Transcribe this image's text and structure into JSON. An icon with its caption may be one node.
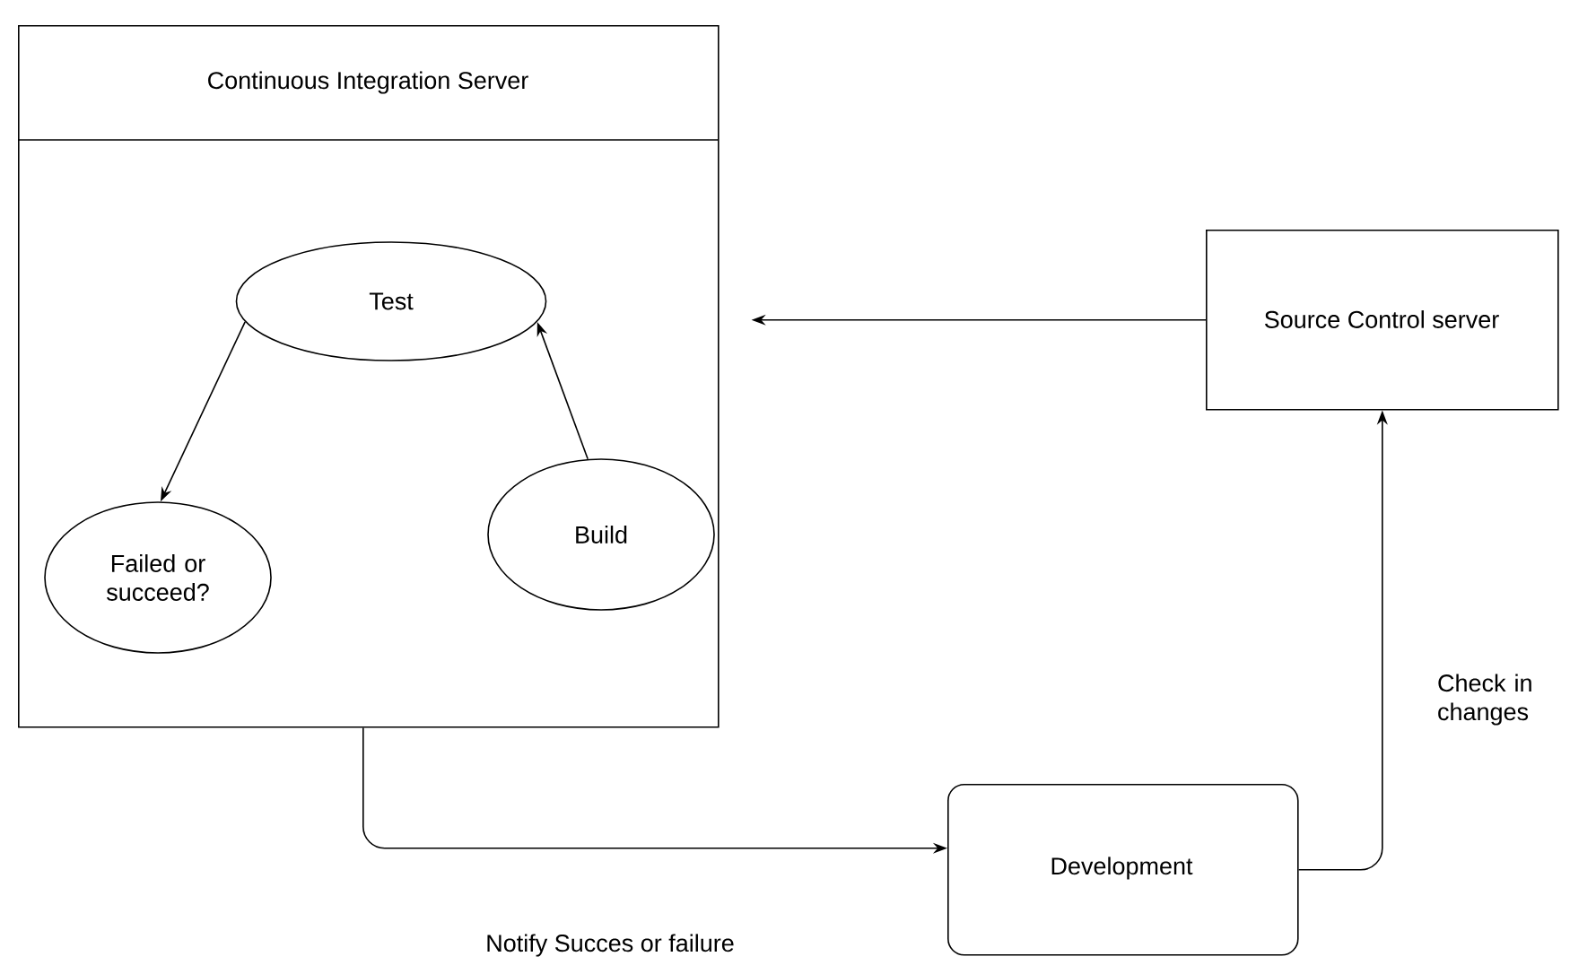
{
  "diagram": {
    "nodes": [
      {
        "text": [
          "Continuous Integration Server"
        ]
      },
      {
        "text": [
          "Test"
        ],
        "in": 0
      },
      {
        "text": [
          "Failed or succeed?"
        ],
        "in": 0
      },
      {
        "text": [
          "Build"
        ],
        "in": 0
      },
      {
        "text": [
          "Source Control server"
        ]
      },
      {
        "text": [
          "Development"
        ]
      }
    ],
    "edges": [
      {
        "from": 3,
        "to": 1,
        "arrow": "to"
      },
      {
        "from": 1,
        "to": 2,
        "arrow": "to"
      },
      {
        "from": 4,
        "to": 0,
        "arrow": "to"
      },
      {
        "from": 0,
        "to": 5,
        "arrow": "to",
        "label": "Notify Succes or failure"
      },
      {
        "from": 5,
        "to": 4,
        "arrow": "to",
        "label": "Check in changes"
      }
    ]
  }
}
